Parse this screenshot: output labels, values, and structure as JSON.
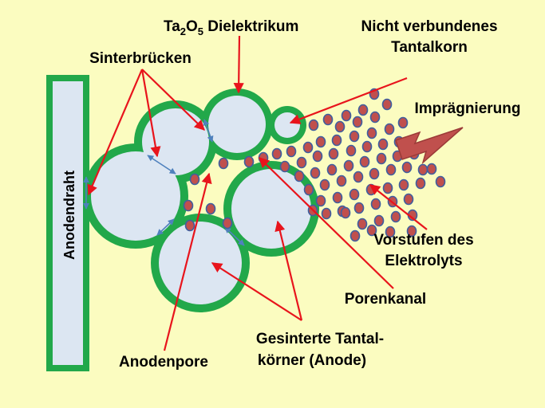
{
  "labels": {
    "dielectric_main": "Ta",
    "dielectric_sub1": "2",
    "dielectric_mid": "O",
    "dielectric_sub2": "5",
    "dielectric_rest": " Dielektrikum",
    "unbound_line1": "Nicht verbundenes",
    "unbound_line2": "Tantalkorn",
    "sinter_bridges": "Sinterbrücken",
    "impregnation": "Imprägnierung",
    "anode_wire": "Anodendraht",
    "precursors_line1": "Vorstufen des",
    "precursors_line2": "Elektrolyts",
    "pore_channel": "Porenkanal",
    "sintered_line1": "Gesinterte Tantal-",
    "sintered_line2": "körner (Anode)",
    "anode_pore": "Anodenpore"
  },
  "colors": {
    "background": "#fbfcc0",
    "grain_fill": "#dce6f2",
    "dielectric_green": "#22a84a",
    "arrow_red": "#e8141c",
    "bridge_blue": "#4f81bd",
    "particle_fill": "#c0504d",
    "particle_stroke": "#3f5f9f",
    "impregnation_arrow": "#c0504d"
  }
}
